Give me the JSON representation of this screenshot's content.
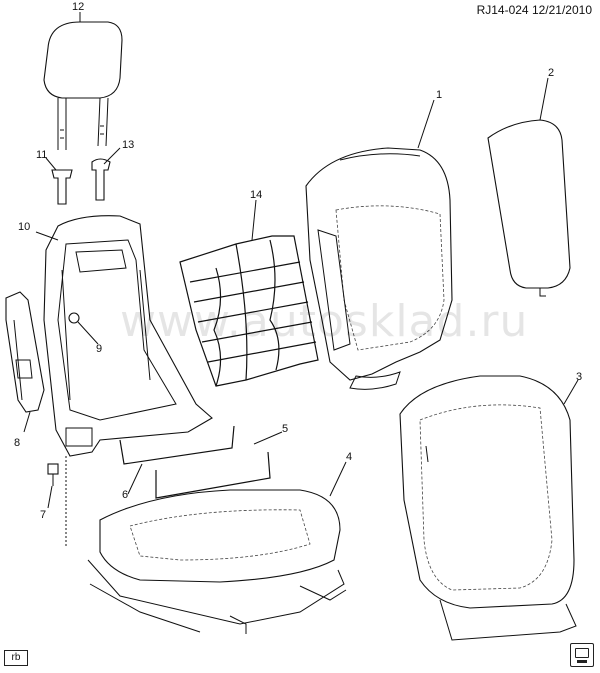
{
  "header": {
    "code": "RJ14-024",
    "date": "12/21/2010"
  },
  "watermark": "www.autosklad.ru",
  "corner_tag": "rb",
  "callouts": [
    "1",
    "2",
    "3",
    "4",
    "5",
    "6",
    "7",
    "8",
    "9",
    "10",
    "11",
    "12",
    "13",
    "14"
  ],
  "icons": {
    "corner": "book-icon"
  }
}
